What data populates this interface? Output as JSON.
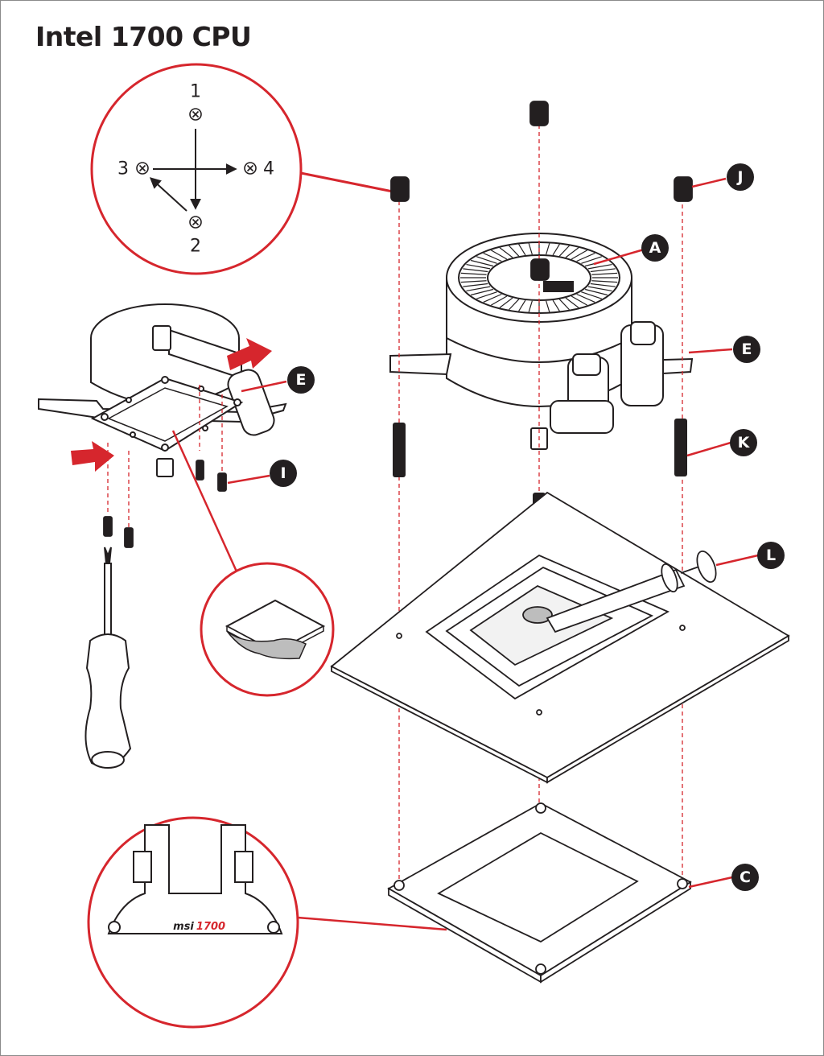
{
  "title": "Intel 1700 CPU",
  "callouts": {
    "A": "A",
    "E_top": "E",
    "E_left": "E",
    "J": "J",
    "K": "K",
    "L": "L",
    "I": "I",
    "C": "C"
  },
  "screw_order": {
    "n1": "1",
    "n2": "2",
    "n3": "3",
    "n4": "4"
  },
  "backplate_logo": {
    "brand": "msi",
    "socket": "1700"
  },
  "colors": {
    "accent": "#d6262d",
    "line": "#231f20",
    "callout_bg": "#231f20"
  }
}
